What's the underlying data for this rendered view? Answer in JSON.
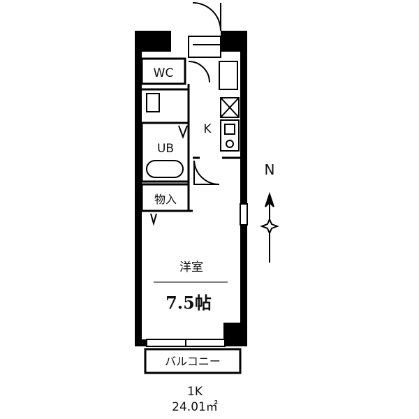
{
  "plan": {
    "layout_type": "1K",
    "area": "24.01㎡",
    "north_label": "N"
  },
  "rooms": {
    "wc": "WC",
    "kitchen": "K",
    "unit_bath": "UB",
    "storage": "物入",
    "western_room": "洋室",
    "room_size": "7.5帖",
    "balcony": "バルコニー"
  }
}
